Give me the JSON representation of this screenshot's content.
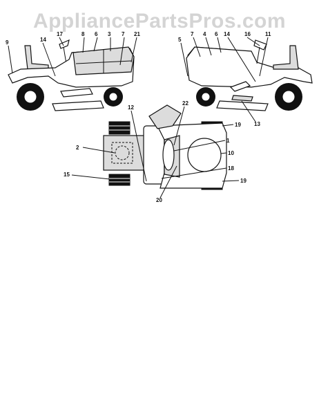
{
  "watermark": "AppliancePartsPros.com",
  "left_view_labels": [
    "9",
    "14",
    "17",
    "8",
    "6",
    "3",
    "7",
    "21"
  ],
  "right_view_labels": [
    "5",
    "7",
    "4",
    "6",
    "14",
    "16",
    "11",
    "13"
  ],
  "top_view_labels": [
    "12",
    "22",
    "19",
    "2",
    "1",
    "10",
    "15",
    "18",
    "19",
    "20"
  ]
}
